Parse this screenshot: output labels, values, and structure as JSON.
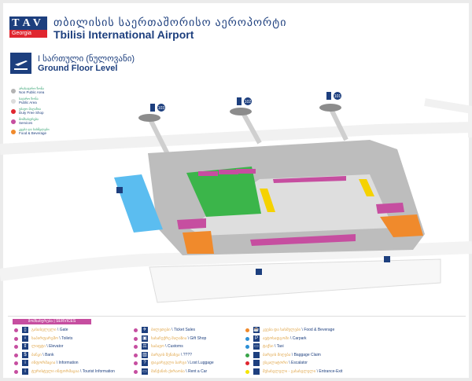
{
  "header": {
    "logo_top": "TAV",
    "logo_bottom": "Georgia",
    "title_ka": "თბილისის საერთაშორისო აეროპორტი",
    "title_en": "Tbilisi International Airport"
  },
  "floor": {
    "ka": "I სართული (ნულოვანი)",
    "en": "Ground Floor Level"
  },
  "key": [
    {
      "ka": "არასაჯარო ზონა",
      "en": "Non Public Area",
      "color": "#b3b3b3"
    },
    {
      "ka": "საჯარო ზონა",
      "en": "Public Area",
      "color": "#dcdcdc"
    },
    {
      "ka": "უბაჟო მაღაზია",
      "en": "Duty Free Shop",
      "color": "#e0262f"
    },
    {
      "ka": "მომსახურება",
      "en": "Services",
      "color": "#c64ea0"
    },
    {
      "ka": "კვება და სასმელები",
      "en": "Food & Beverage",
      "color": "#f08a2c"
    }
  ],
  "map": {
    "gates": [
      "103",
      "102",
      "101"
    ],
    "p_label": "P"
  },
  "legend": {
    "header": "მომსახურება | SERVICES",
    "items": [
      {
        "ka": "გასასვლელი",
        "en": "Gate",
        "dot": "#c64ea0",
        "icon": "▯"
      },
      {
        "ka": "საპირფარეშო",
        "en": "Toilets",
        "dot": "#c64ea0",
        "icon": "♀"
      },
      {
        "ka": "ლიფტი",
        "en": "Elevator",
        "dot": "#c64ea0",
        "icon": "⇕"
      },
      {
        "ka": "ბანკი",
        "en": "Bank",
        "dot": "#c64ea0",
        "icon": "$"
      },
      {
        "ka": "ინფორმაცია",
        "en": "Information",
        "dot": "#c64ea0",
        "icon": "i"
      },
      {
        "ka": "ტურისტული ინფორმაცია",
        "en": "Tourist Information",
        "dot": "#c64ea0",
        "icon": "i"
      },
      {
        "ka": "ბილეთები",
        "en": "Ticket Sales",
        "dot": "#c64ea0",
        "icon": "✈"
      },
      {
        "ka": "სასაჩუქრე მაღაზია",
        "en": "Gift Shop",
        "dot": "#c64ea0",
        "icon": "▣"
      },
      {
        "ka": "საბაჟო",
        "en": "Customs",
        "dot": "#c64ea0",
        "icon": "⚖"
      },
      {
        "ka": "ბარგის შენახვა",
        "en": "????",
        "dot": "#c64ea0",
        "icon": "▥"
      },
      {
        "ka": "დაკარგული ბარგი",
        "en": "Lost Luggage",
        "dot": "#c64ea0",
        "icon": "?"
      },
      {
        "ka": "მანქანის ქირაობა",
        "en": "Rent a Car",
        "dot": "#c64ea0",
        "icon": "▭"
      },
      {
        "ka": "კვება და სასმელები",
        "en": "Food & Beverage",
        "dot": "#f08a2c",
        "icon": "☕"
      },
      {
        "ka": "ავტოსადგომი",
        "en": "Carpark",
        "dot": "#2b8fd6",
        "icon": "P"
      },
      {
        "ka": "ტაქსი",
        "en": "Taxi",
        "dot": "#2b8fd6",
        "icon": "▭"
      },
      {
        "ka": "ბარგის მიღება",
        "en": "Baggage Claim",
        "dot": "#3aa54a",
        "icon": ""
      },
      {
        "ka": "ესკალატორი",
        "en": "Escalator",
        "dot": "#e0262f",
        "icon": ""
      },
      {
        "ka": "შესასვლელი - გასასვლელი",
        "en": "Entrance-Exit",
        "dot": "#f5e400",
        "icon": ""
      }
    ]
  }
}
